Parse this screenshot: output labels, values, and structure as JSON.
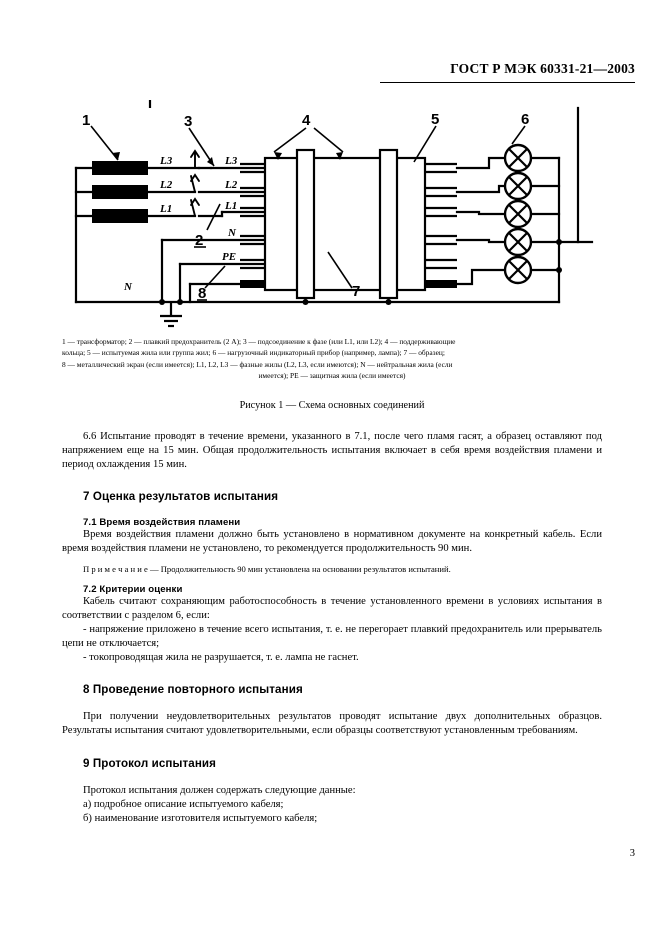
{
  "header": {
    "standard_title": "ГОСТ Р МЭК 60331-21—2003"
  },
  "figure": {
    "caption": "Рисунок 1 — Схема основных соединений",
    "legend_line1": "1 — трансформатор; 2 — плавкий предохранитель (2 А); 3 — подсоединение к фазе (или L1, или L2); 4 — поддерживающие",
    "legend_line2": "кольца;  5 — испытуемая жила или группа жил;  6 — нагрузочный индикаторный прибор (например, лампа);  7 — образец;",
    "legend_line3": "8 — металлический экран (если имеется); L1, L2, L3 — фазные жилы (L2, L3, если имеются); N — нейтральная жила (если",
    "legend_line4": "имеется); PE — защитная жила (если имеется)",
    "callouts": {
      "c1": "1",
      "c2": "2",
      "c3": "3",
      "c4": "4",
      "c5": "5",
      "c6": "6",
      "c7": "7",
      "c8": "8"
    },
    "wire_labels": {
      "l3_left": "L3",
      "l2_left": "L2",
      "l1_left": "L1",
      "l3_right": "L3",
      "l2_right": "L2",
      "l1_right": "L1",
      "n": "N",
      "pe": "PE",
      "n_bus": "N"
    }
  },
  "body": {
    "p66": "6.6  Испытание проводят в течение времени, указанного в 7.1, после чего пламя гасят, а образец оставляют под напряжением еще на 15 мин. Общая продолжительность испытания включает в себя время воздействия пламени и период охлаждения 15 мин.",
    "sec7_heading": "7  Оценка результатов испытания",
    "sec71_heading": "7.1  Время воздействия пламени",
    "sec71_para": "Время воздействия пламени должно быть установлено в нормативном документе на конкретный кабель. Если время воздействия пламени не установлено, то рекомендуется продолжительность 90 мин.",
    "sec71_note": "П р и м е ч а н и е — Продолжительность 90 мин установлена на основании результатов испытаний.",
    "sec72_heading": "7.2  Критерии оценки",
    "sec72_para": "Кабель считают сохраняющим работоспособность в течение установленного времени в условиях испытания в соответствии с разделом 6, если:",
    "sec72_item1": "-  напряжение приложено в течение всего испытания, т. е. не перегорает плавкий предохранитель или прерыватель цепи не отключается;",
    "sec72_item2": "-  токопроводящая жила не разрушается, т. е. лампа не гаснет.",
    "sec8_heading": "8  Проведение повторного испытания",
    "sec8_para": "При получении неудовлетворительных результатов проводят испытание двух дополнительных образцов. Результаты испытания считают удовлетворительными, если образцы соответствуют установленным требованиям.",
    "sec9_heading": "9  Протокол испытания",
    "sec9_para": "Протокол испытания должен содержать следующие данные:",
    "sec9_item_a": "а)  подробное описание испытуемого кабеля;",
    "sec9_item_b": "б)  наименование изготовителя испытуемого кабеля;"
  },
  "footer": {
    "page_number": "3"
  }
}
